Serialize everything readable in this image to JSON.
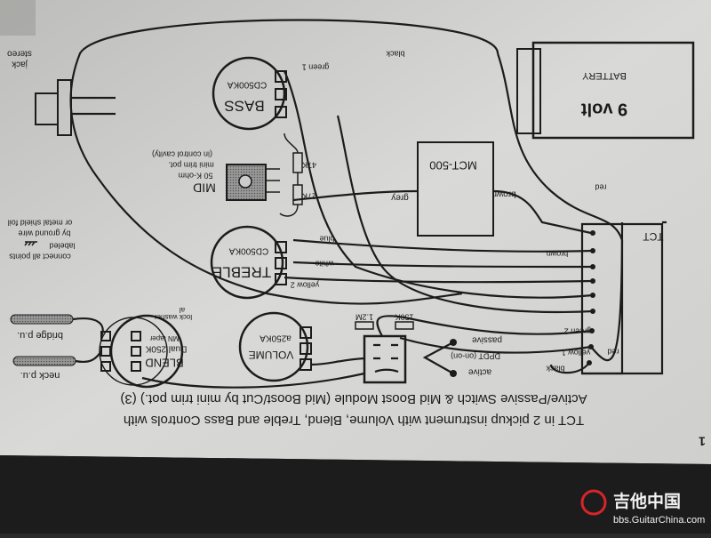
{
  "caption": {
    "line1": "TCT in 2 pickup instrument with Volume, Blend, Treble and Bass Controls with",
    "line2": "Active/Passive Switch & Mid Boost Module (Mid Boost/Cut by mini trim pot.) (3)",
    "page_number": "1"
  },
  "battery": {
    "title": "9 volt",
    "label": "BATTERY"
  },
  "module": {
    "label": "MCT-500",
    "in_wire": "grey",
    "out_wire": "brown"
  },
  "tct": {
    "label": "TCT"
  },
  "pots": {
    "bass": {
      "name": "BASS",
      "value": "CD500KA"
    },
    "treble": {
      "name": "TREBLE",
      "value": "CD500KA"
    },
    "volume": {
      "name": "VOLUME",
      "value": "a250KA"
    },
    "blend": {
      "name": "BLEND",
      "value": "Dual 250K",
      "taper": "MN taper"
    }
  },
  "mid": {
    "name": "MID",
    "line1": "50 K-ohm",
    "line2": "mini trim pot.",
    "line3": "(in control cavity)"
  },
  "resistors": {
    "r47k": "47K",
    "r27k": "27K",
    "r12m": "1.2M",
    "r150k": "150K"
  },
  "switch": {
    "type": "DPDT (on-on)",
    "passive": "passive",
    "active": "active"
  },
  "jack": {
    "line1": "stereo",
    "line2": "jack"
  },
  "wires": {
    "black_top": "black",
    "green1": "green 1",
    "blue": "blue",
    "white": "white",
    "yellow2": "yellow 2",
    "brown_tct": "brown",
    "red_top": "red",
    "green2": "green 2",
    "yellow1": "yellow 1",
    "red_bottom": "red",
    "black_bottom": "black"
  },
  "ground_note": {
    "line1": "connect all points",
    "line2": "labeled",
    "line3": "by ground wire",
    "line4": "or metal shield foil"
  },
  "washer": {
    "line1": "al",
    "line2": "lock washer"
  },
  "pickups": {
    "bridge": "bridge p.u.",
    "neck": "neck p.u."
  },
  "watermark": {
    "logo": "吉他中国",
    "url": "bbs.GuitarChina.com"
  }
}
